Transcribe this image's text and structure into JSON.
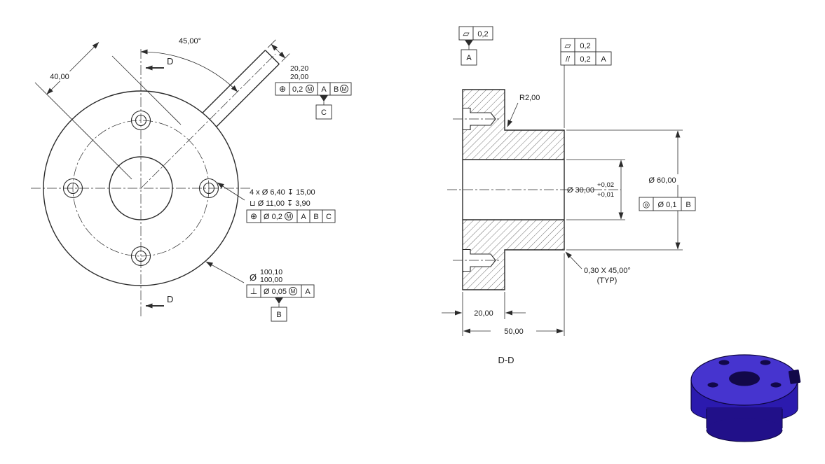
{
  "colors": {
    "part_top": "#4634cf",
    "part_side": "#2b1aae",
    "part_dark": "#211089",
    "part_hole": "#120849",
    "part_outline": "#0e0640"
  },
  "front_view": {
    "section_arrow_top_label": "D",
    "section_arrow_bottom_label": "D",
    "dim_radial": "40,00",
    "dim_angle": "45,00°",
    "tab_width_upper": "20,20",
    "tab_width_lower": "20,00",
    "tab_fcf": {
      "symbol": "⊕",
      "tolerance": "0,2",
      "modifier": "M",
      "datum_1": "A",
      "datum_2": "B",
      "datum_2_modifier": "M"
    },
    "tab_datum": "C",
    "hole_note_line1": "4 x Ø 6,40 ↧ 15,00",
    "hole_note_line2": "⊔ Ø 11,00 ↧ 3,90",
    "hole_fcf": {
      "symbol": "⊕",
      "tolerance": "Ø 0,2",
      "modifier": "M",
      "datum_1": "A",
      "datum_2": "B",
      "datum_3": "C"
    },
    "od_dia_symbol": "Ø",
    "od_upper": "100,10",
    "od_lower": "100,00",
    "od_fcf": {
      "symbol": "⊥",
      "tolerance": "Ø 0,05",
      "modifier": "M",
      "datum_1": "A"
    },
    "od_datum": "B"
  },
  "section_view": {
    "label": "D-D",
    "flatness_left": {
      "symbol": "▱",
      "tolerance": "0,2"
    },
    "datum_a": "A",
    "flatness_right": {
      "symbol": "▱",
      "tolerance": "0,2"
    },
    "parallelism": {
      "symbol": "//",
      "tolerance": "0,2",
      "datum_1": "A"
    },
    "fillet_radius": "R2,00",
    "bore_dia": "Ø 30,00",
    "bore_tol_upper": "+0,02",
    "bore_tol_lower": "+0,01",
    "hub_dia": "Ø 60,00",
    "runout_fcf": {
      "symbol": "◎",
      "tolerance": "Ø 0,1",
      "datum_1": "B"
    },
    "chamfer_note_line1": "0,30 X 45,00°",
    "chamfer_note_line2": "(TYP)",
    "flange_thickness": "20,00",
    "total_length": "50,00"
  }
}
